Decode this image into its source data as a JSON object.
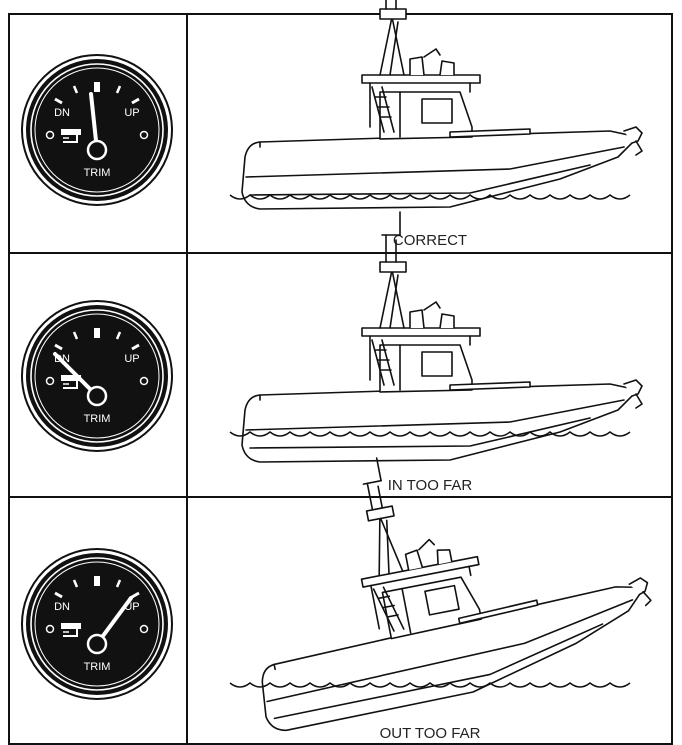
{
  "gauge": {
    "dn_label": "DN",
    "up_label": "UP",
    "trim_label": "TRIM",
    "icon": "outboard-motor-icon"
  },
  "rows": [
    {
      "caption": "CORRECT",
      "trim_position": "middle",
      "boat_attitude": "level"
    },
    {
      "caption": "IN TOO FAR",
      "trim_position": "down",
      "boat_attitude": "bow-down"
    },
    {
      "caption": "OUT TOO FAR",
      "trim_position": "up",
      "boat_attitude": "bow-up"
    }
  ],
  "colors": {
    "gauge_face": "#111111",
    "lines": "#111111",
    "background": "#ffffff"
  }
}
